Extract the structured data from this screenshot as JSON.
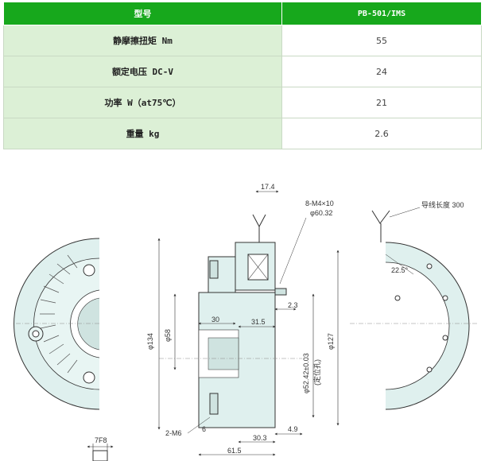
{
  "table": {
    "headers": [
      "型号",
      "PB-501/IMS"
    ],
    "rows": [
      {
        "label": "静摩擦扭矩 Nm",
        "value": "55"
      },
      {
        "label": "额定电压 DC-V",
        "value": "24"
      },
      {
        "label": "功率 W（at75℃）",
        "value": "21"
      },
      {
        "label": "重量 kg",
        "value": "2.6"
      }
    ]
  },
  "drawing": {
    "dims": {
      "d17_4": "17.4",
      "bolt_spec": "8-M4×10",
      "pcd": "φ60.32",
      "lead_len": "导线长度 300",
      "angle": "22.5°",
      "d134": "φ134",
      "d58": "φ58",
      "d30": "30",
      "d31_5": "31.5",
      "d2_3": "2.3",
      "d52_42": "φ52.42±0.03",
      "pilot": "(定位孔)",
      "d127": "φ127",
      "m6": "2-M6",
      "d6": "6",
      "d30_3": "30.3",
      "d4_9": "4.9",
      "d61_5": "61.5",
      "keyway": "7F8"
    }
  }
}
